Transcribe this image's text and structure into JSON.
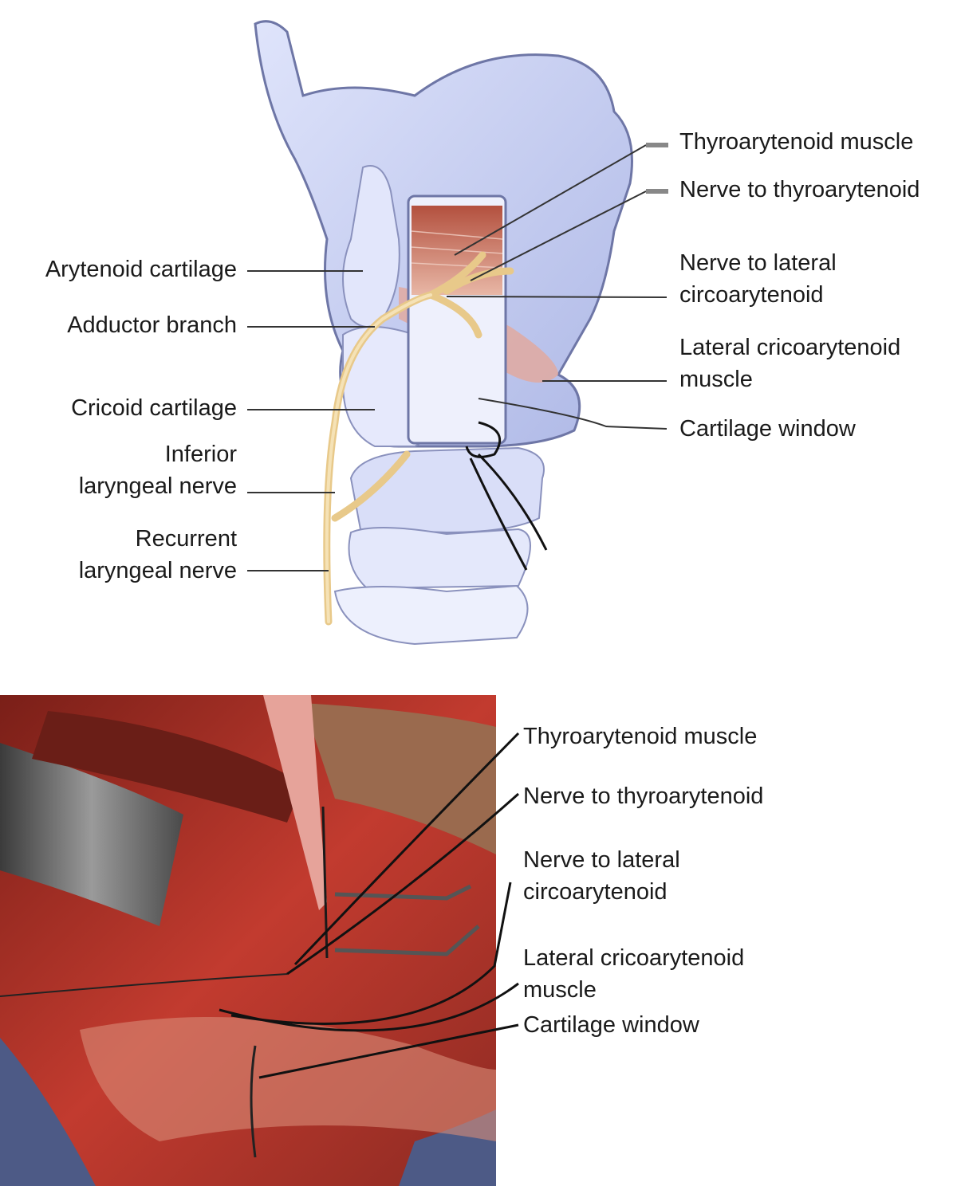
{
  "top_figure": {
    "labels_right": {
      "thyroarytenoid_muscle": "Thyroarytenoid muscle",
      "nerve_to_thyroarytenoid": "Nerve to thyroarytenoid",
      "nerve_to_lca_line1": "Nerve to lateral",
      "nerve_to_lca_line2": "circoarytenoid",
      "lca_muscle_line1": "Lateral cricoarytenoid",
      "lca_muscle_line2": "muscle",
      "cartilage_window": "Cartilage window"
    },
    "labels_left": {
      "arytenoid_cartilage": "Arytenoid cartilage",
      "adductor_branch": "Adductor branch",
      "cricoid_cartilage": "Cricoid cartilage",
      "inferior_line1": "Inferior",
      "inferior_line2": "laryngeal nerve",
      "recurrent_line1": "Recurrent",
      "recurrent_line2": "laryngeal nerve"
    }
  },
  "bottom_figure": {
    "labels_right": {
      "thyroarytenoid_muscle": "Thyroarytenoid muscle",
      "nerve_to_thyroarytenoid": "Nerve to thyroarytenoid",
      "nerve_to_lca_line1": "Nerve to lateral",
      "nerve_to_lca_line2": "circoarytenoid",
      "lca_muscle_line1": "Lateral cricoarytenoid",
      "lca_muscle_line2": "muscle",
      "cartilage_window": "Cartilage window"
    }
  },
  "colors": {
    "cartilage": "#c9d2f2",
    "cartilage_outline": "#7f86b3",
    "nerve": "#f2d9a0",
    "muscle": "#c96a57",
    "tissue": "#b8322a"
  }
}
